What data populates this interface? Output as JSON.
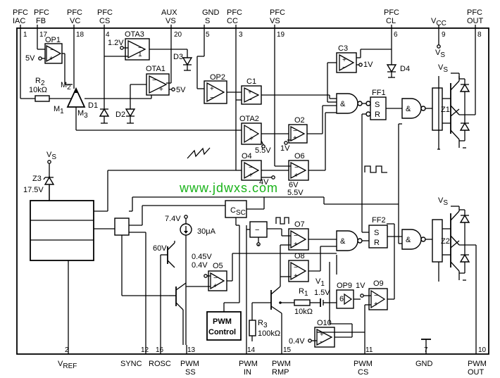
{
  "top_pins": [
    {
      "name": "PFC IAC",
      "l1": "PFC",
      "l2": "IAC",
      "num": "1"
    },
    {
      "name": "PFC FB",
      "l1": "PFC",
      "l2": "FB",
      "num": "17"
    },
    {
      "name": "PFC VC",
      "l1": "PFC",
      "l2": "VC",
      "num": "18"
    },
    {
      "name": "PFC CS",
      "l1": "PFC",
      "l2": "CS",
      "num": "4"
    },
    {
      "name": "AUX VS",
      "l1": "AUX",
      "l2": "VS",
      "num": "20"
    },
    {
      "name": "GND S",
      "l1": "GND",
      "l2": "S",
      "num": "5"
    },
    {
      "name": "PFC CC",
      "l1": "PFC",
      "l2": "CC",
      "num": "3"
    },
    {
      "name": "PFC VS",
      "l1": "PFC",
      "l2": "VS",
      "num": "19"
    },
    {
      "name": "PFC CL",
      "l1": "PFC",
      "l2": "CL",
      "num": "6"
    },
    {
      "name": "VCC",
      "l1": "V",
      "l1sub": "CC",
      "num": "9"
    },
    {
      "name": "PFC OUT",
      "l1": "PFC",
      "l2": "OUT",
      "num": "8"
    }
  ],
  "bottom_pins": [
    {
      "name": "VREF",
      "l1": "V",
      "l1sub": "REF",
      "num": "2"
    },
    {
      "name": "SYNC",
      "l1": "SYNC",
      "num": "12"
    },
    {
      "name": "ROSC",
      "l1": "ROSC",
      "num": "16"
    },
    {
      "name": "PWM SS",
      "l1": "PWM",
      "l2": "SS",
      "num": "13"
    },
    {
      "name": "PWM IN",
      "l1": "PWM",
      "l2": "IN",
      "num": "14"
    },
    {
      "name": "PWM RMP",
      "l1": "PWM",
      "l2": "RMP",
      "num": "15"
    },
    {
      "name": "PWM CS",
      "l1": "PWM",
      "l2": "CS",
      "num": "11"
    },
    {
      "name": "GND",
      "l1": "GND",
      "num": "7"
    },
    {
      "name": "PWM OUT",
      "l1": "PWM",
      "l2": "OUT",
      "num": "10"
    }
  ],
  "blocks": {
    "op1": "OP1",
    "ota3": "OTA3",
    "ota1": "OTA1",
    "op2": "OP2",
    "c1": "C1",
    "c3": "C3",
    "ota2": "OTA2",
    "o2": "O2",
    "o4": "O4",
    "o6": "O6",
    "o7": "O7",
    "o8": "O8",
    "o5": "O5",
    "op9": "OP9",
    "o9": "O9",
    "o10": "O10",
    "ff1": "FF1",
    "ff2": "FF2",
    "ff_s": "S",
    "ff_r": "R",
    "and": "&",
    "csc": "C",
    "csc_sub": "SC",
    "pwm_control_1": "PWM",
    "pwm_control_2": "Control",
    "m1": "M",
    "m1_sub": "1",
    "m2": "M",
    "m2_sub": "2",
    "m3": "M",
    "m3_sub": "3",
    "z1": "Z1",
    "z2": "Z2",
    "z3": "Z3"
  },
  "components": {
    "r2": "R",
    "r2_sub": "2",
    "r2_val": "10kΩ",
    "r1": "R",
    "r1_sub": "1",
    "r1_val": "10kΩ",
    "r3": "R",
    "r3_sub": "3",
    "r3_val": "100kΩ",
    "d1": "D1",
    "d2": "D2",
    "d3": "D3",
    "d4": "D4",
    "v1": "V",
    "v1_sub": "1"
  },
  "voltages": {
    "op1_ref": "5V",
    "ota3_ref": "1.2V",
    "ota1_ref": "5V",
    "c3_ref": "1V",
    "ota2_ref": "5.5V",
    "o2_ref": "1V",
    "o4_ref": "4V",
    "o6_ref1": "6V",
    "o6_ref2": "5.5V",
    "z3_val": "17.5V",
    "ss_src_v": "7.4V",
    "ss_src_i": "30μA",
    "osc_60v": "60V",
    "o5_ref1": "0.45V",
    "o5_ref2": "0.4V",
    "v1_val": "1.5V",
    "o9_ref": "1V",
    "o10_ref": "0.4V",
    "vs": "V",
    "vs_sub": "S"
  },
  "colors": {
    "line": "#000000",
    "watermark": "#19b319"
  },
  "watermark": "www.jdwxs.com"
}
